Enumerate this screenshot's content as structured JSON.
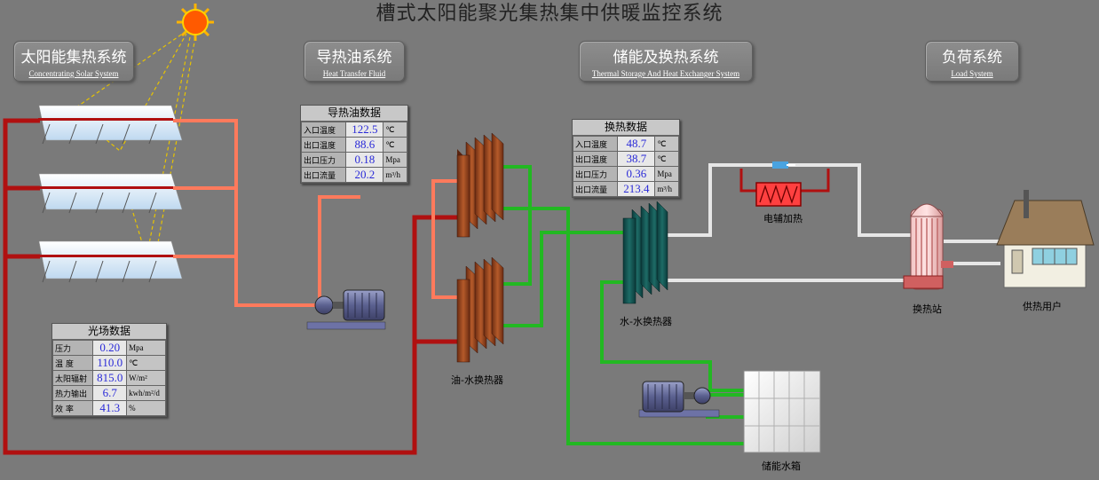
{
  "title": "槽式太阳能聚光集热集中供暖监控系统",
  "systems": {
    "solar": {
      "cn": "太阳能集热系统",
      "en": "Concentrating Solar System"
    },
    "oil": {
      "cn": "导热油系统",
      "en": "Heat Transfer Fluid"
    },
    "storage": {
      "cn": "储能及换热系统",
      "en": "Thermal Storage And Heat Exchanger System"
    },
    "load": {
      "cn": "负荷系统",
      "en": "Load System"
    }
  },
  "oil_panel": {
    "title": "导热油数据",
    "rows": [
      {
        "label": "入口温度",
        "value": "122.5",
        "unit": "℃"
      },
      {
        "label": "出口温度",
        "value": "88.6",
        "unit": "℃"
      },
      {
        "label": "出口压力",
        "value": "0.18",
        "unit": "Mpa"
      },
      {
        "label": "出口流量",
        "value": "20.2",
        "unit": "m³/h"
      }
    ]
  },
  "hx_panel": {
    "title": "换热数据",
    "rows": [
      {
        "label": "入口温度",
        "value": "48.7",
        "unit": "℃"
      },
      {
        "label": "出口温度",
        "value": "38.7",
        "unit": "℃"
      },
      {
        "label": "出口压力",
        "value": "0.36",
        "unit": "Mpa"
      },
      {
        "label": "出口流量",
        "value": "213.4",
        "unit": "m³/h"
      }
    ]
  },
  "field_panel": {
    "title": "光场数据",
    "rows": [
      {
        "label": "压力",
        "value": "0.20",
        "unit": "Mpa"
      },
      {
        "label": "温 度",
        "value": "110.0",
        "unit": "℃"
      },
      {
        "label": "太阳辐射",
        "value": "815.0",
        "unit": "W/m²"
      },
      {
        "label": "热力输出",
        "value": "6.7",
        "unit": "kwh/m²/d"
      },
      {
        "label": "效 率",
        "value": "41.3",
        "unit": "%"
      }
    ]
  },
  "labels": {
    "oil_hx": "油-水换热器",
    "water_hx": "水-水换热器",
    "heater": "电辅加热",
    "station": "换热站",
    "user": "供热用户",
    "tank": "储能水箱"
  },
  "colors": {
    "background": "#7a7a7a",
    "hot_pipe": "#b01010",
    "warm_pipe": "#ff7a5c",
    "water_pipe": "#22b822",
    "return_pipe": "#e6e6e6",
    "value_text": "#2a2ad8"
  }
}
